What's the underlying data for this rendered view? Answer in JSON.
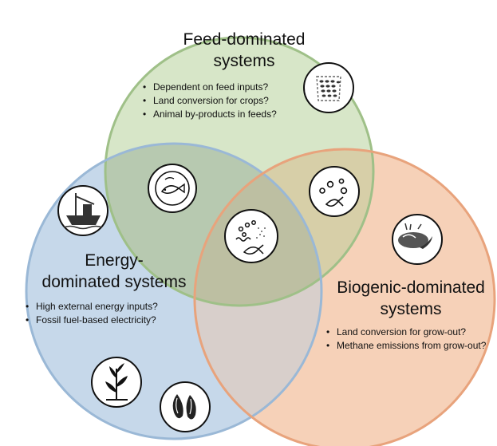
{
  "feed": {
    "title_line1": "Feed-dominated",
    "title_line2": "systems",
    "bullets": [
      "Dependent on feed inputs?",
      "Land conversion for crops?",
      "Animal by-products in feeds?"
    ]
  },
  "energy": {
    "title_line1": "Energy-",
    "title_line2": "dominated systems",
    "bullets": [
      "High external energy inputs?",
      "Fossil fuel-based electricity?"
    ]
  },
  "biogenic": {
    "title_line1": "Biogenic-dominated",
    "title_line2": "systems",
    "bullets": [
      "Land conversion for grow-out?",
      "Methane emissions from grow-out?"
    ]
  },
  "colors": {
    "feed_fill": "#d7e6c8",
    "feed_stroke": "#9fc088",
    "energy_fill": "#c6d8ea",
    "energy_stroke": "#9ab8d6",
    "biogenic_fill": "#f6d1b8",
    "biogenic_stroke": "#e8a37c"
  },
  "icons": [
    "feed-pellets-icon",
    "fish-plate-icon",
    "seaweed-fish-icon",
    "fishing-boat-icon",
    "pond-shrimp-icon",
    "fish-pond-icon",
    "seaweed-plant-icon",
    "mussel-icon"
  ]
}
